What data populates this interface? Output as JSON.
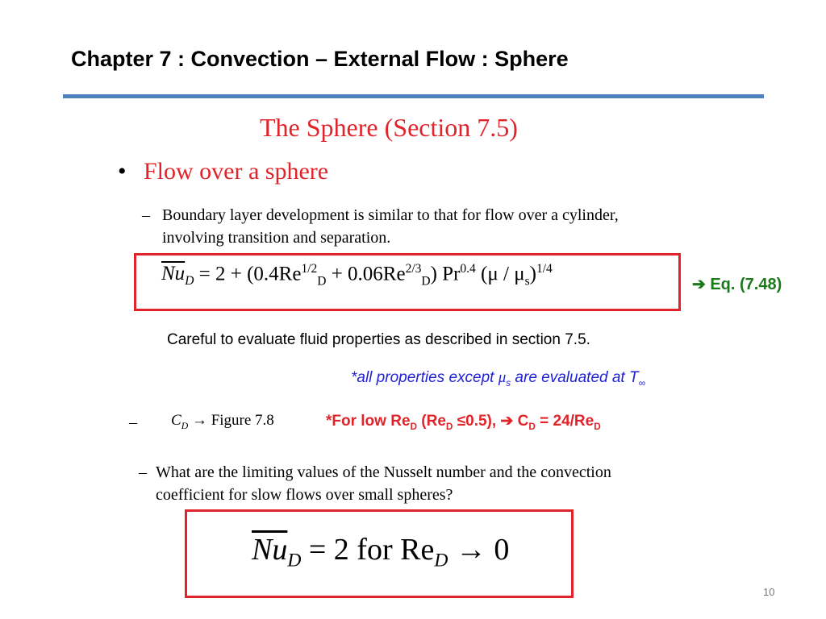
{
  "slide": {
    "title": "Chapter 7  : Convection – External Flow : Sphere",
    "section_heading": "The Sphere (Section 7.5)",
    "bullet_char": "•",
    "bullet_text": "Flow over a sphere",
    "page_number": "10"
  },
  "items": {
    "dash": "–",
    "boundary_line1": "Boundary layer development is similar to that for flow over a cylinder,",
    "boundary_line2": "involving transition and separation.",
    "careful_note": "Careful to evaluate fluid properties as described in section 7.5.",
    "cd_lhs": "C",
    "cd_sub": "D",
    "cd_rhs": "→ Figure 7.8",
    "slow_line1": "What are the limiting values of the Nusselt number and the convection",
    "slow_line2": "coefficient for slow flows over small spheres?"
  },
  "equation1": {
    "nu": "Nu",
    "nu_sub": "D",
    "eq_part1": " = 2 + (0.4Re",
    "exp_half": "1/2",
    "sub_d1": "D",
    "eq_part2": " + 0.06Re",
    "exp_twothirds": "2/3",
    "sub_d2": "D",
    "eq_part3": ") Pr",
    "exp_pr": "0.4",
    "eq_part4": " (μ / μ",
    "sub_s": "s",
    "eq_part5": ")",
    "exp_quarter": "1/4",
    "arrow": "➔",
    "ref": "Eq. (7.48)"
  },
  "annotations": {
    "allprops_pre": "*all properties except ",
    "allprops_mu": "μ",
    "allprops_sub": "s",
    "allprops_mid": " are evaluated at T",
    "allprops_inf": "∞",
    "lowre_pre": "*For low Re",
    "lowre_sub1": "D",
    "lowre_mid1": " (Re",
    "lowre_sub2": "D",
    "lowre_mid2": " ≤0.5),  ➔ C",
    "lowre_sub3": "D",
    "lowre_mid3": " = 24/Re",
    "lowre_sub4": "D"
  },
  "equation2": {
    "nu": "Nu",
    "nu_sub": "D",
    "rest": " = 2 for Re",
    "re_sub": "D",
    "tail": " → 0"
  },
  "colors": {
    "rule": "#4f81bd",
    "red": "#e0242a",
    "green": "#1a7a1a",
    "blue": "#1f1fd6"
  }
}
